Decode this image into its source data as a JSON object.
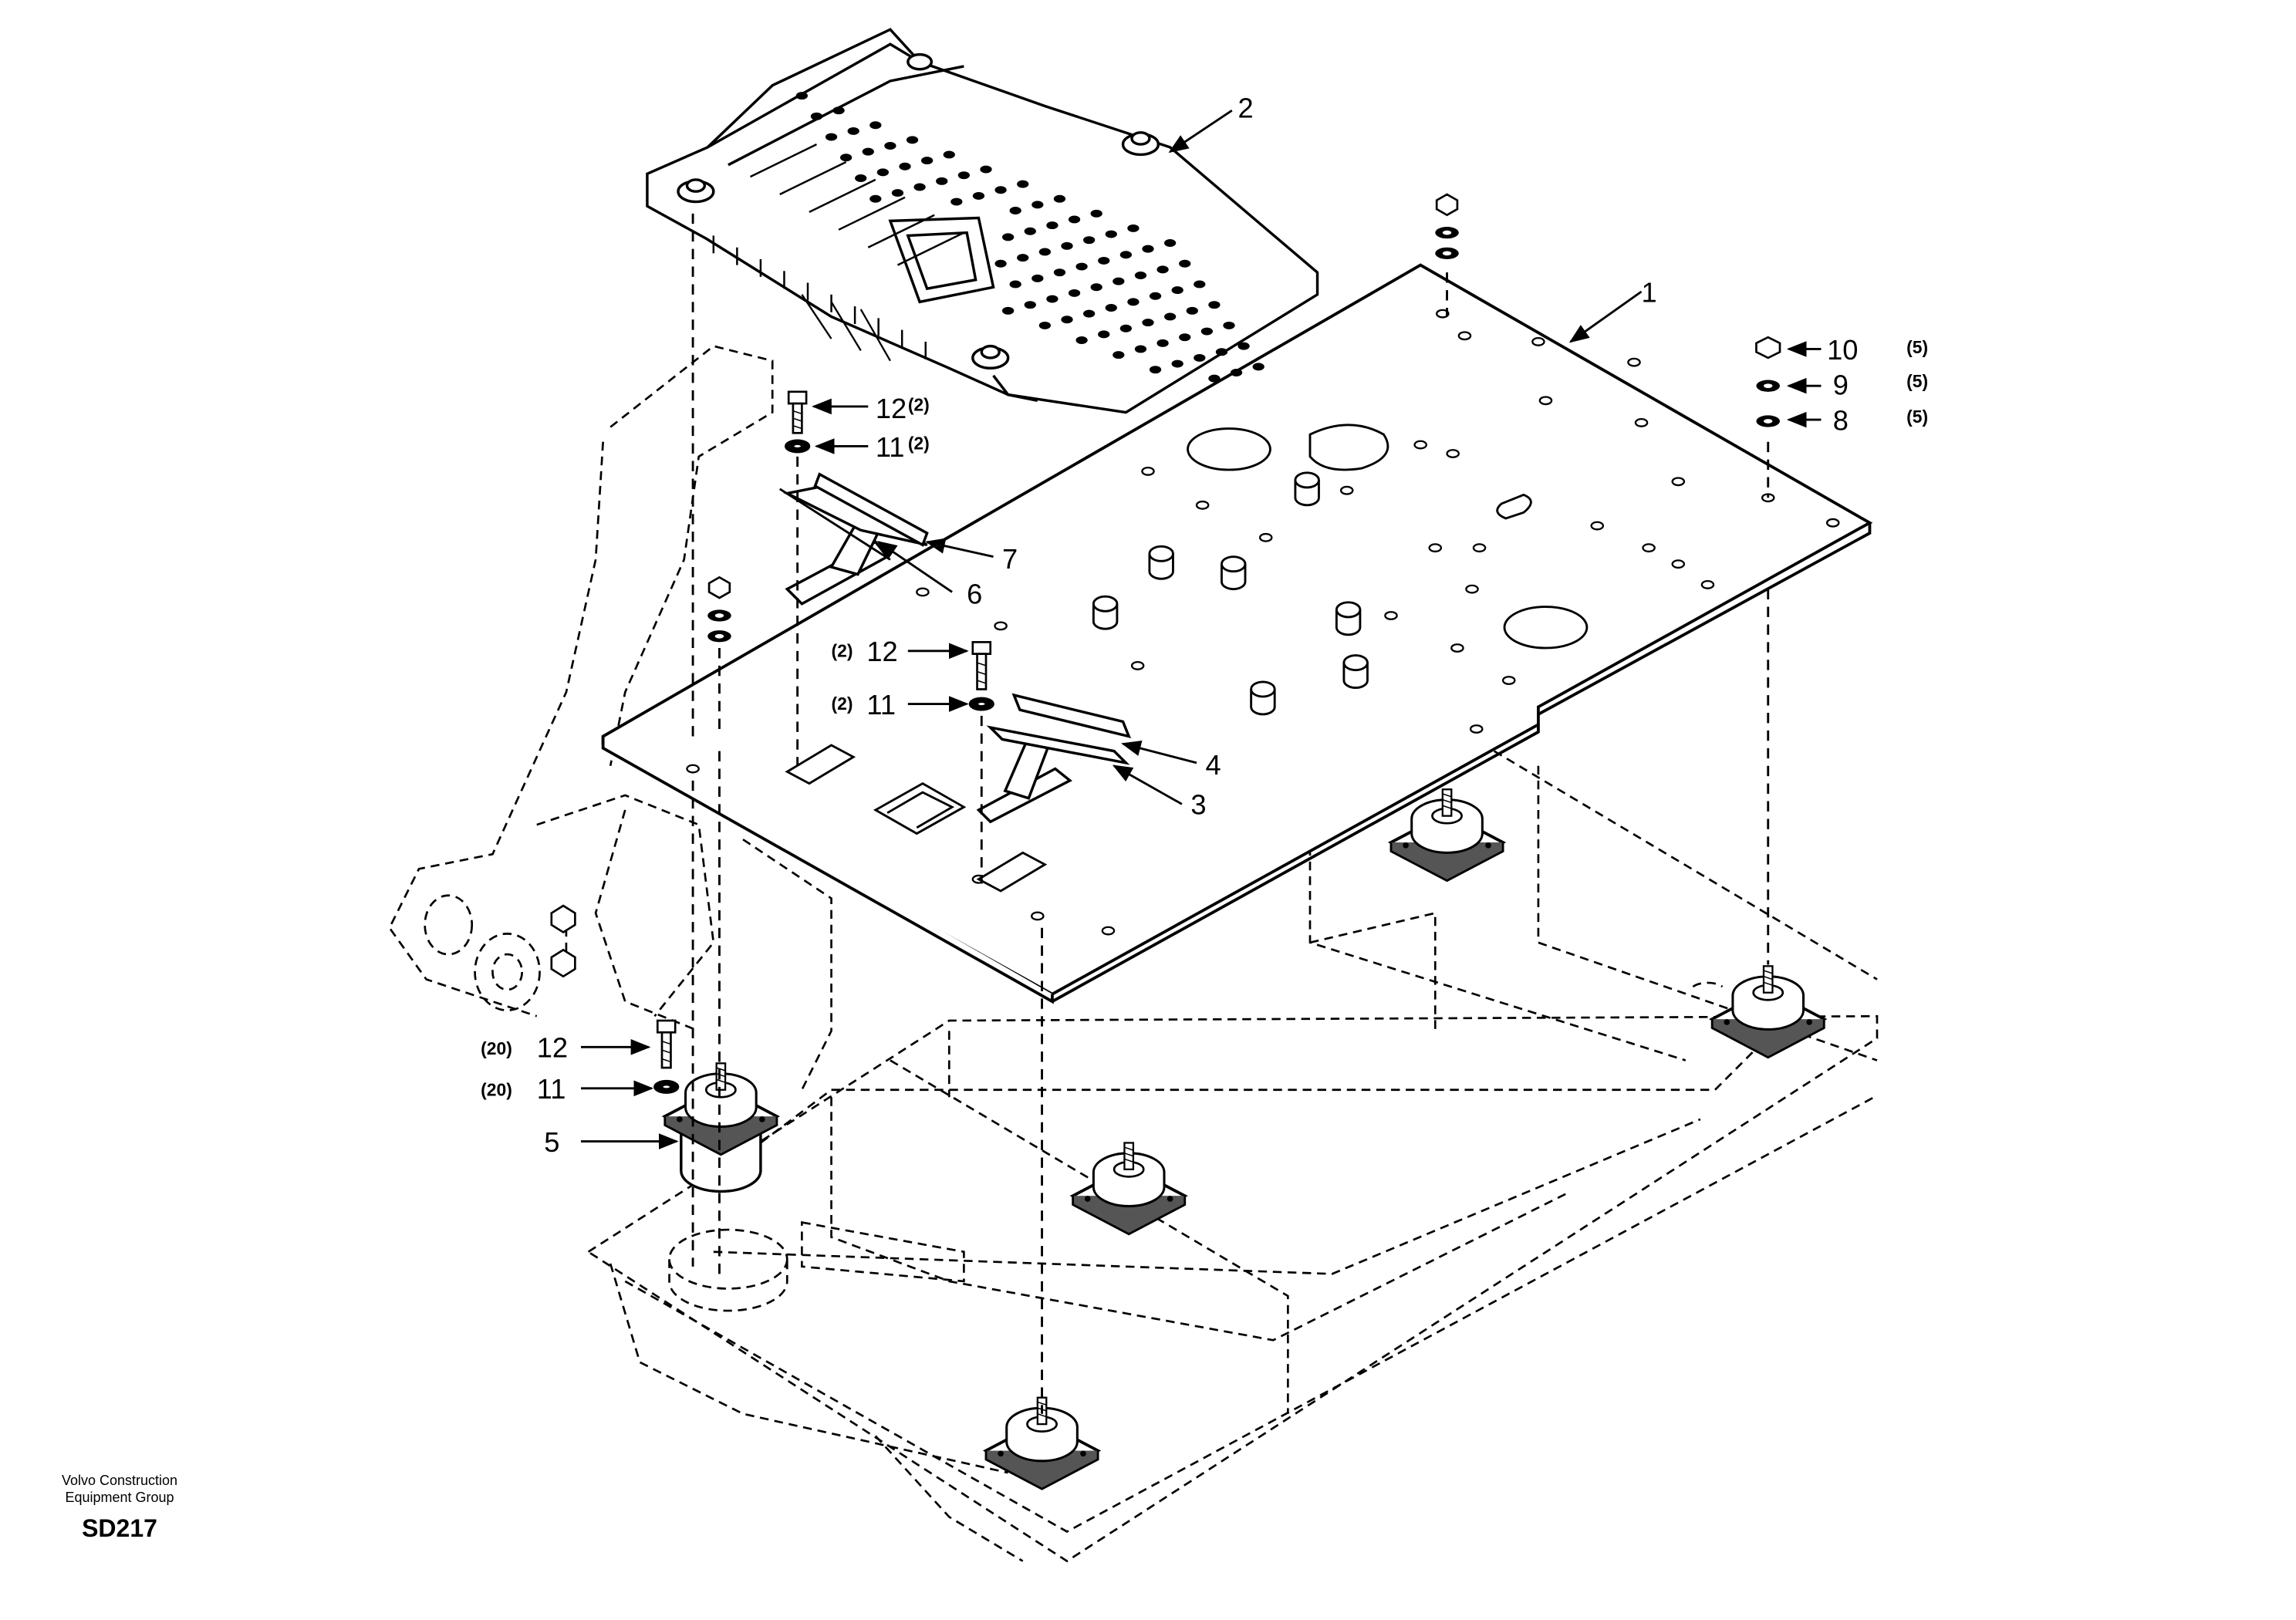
{
  "diagram": {
    "callouts": [
      {
        "id": "c1",
        "num": "1",
        "qty": ""
      },
      {
        "id": "c2",
        "num": "2",
        "qty": ""
      },
      {
        "id": "c3",
        "num": "3",
        "qty": ""
      },
      {
        "id": "c4",
        "num": "4",
        "qty": ""
      },
      {
        "id": "c5",
        "num": "5",
        "qty": ""
      },
      {
        "id": "c6",
        "num": "6",
        "qty": ""
      },
      {
        "id": "c7",
        "num": "7",
        "qty": ""
      },
      {
        "id": "c8",
        "num": "8",
        "qty": "(5)"
      },
      {
        "id": "c9",
        "num": "9",
        "qty": "(5)"
      },
      {
        "id": "c10",
        "num": "10",
        "qty": "(5)"
      },
      {
        "id": "c11a",
        "num": "11",
        "qty": "(2)"
      },
      {
        "id": "c12a",
        "num": "12",
        "qty": "(2)"
      },
      {
        "id": "c11b",
        "num": "11",
        "qty": "(2)"
      },
      {
        "id": "c12b",
        "num": "12",
        "qty": "(2)"
      },
      {
        "id": "c11c",
        "num": "11",
        "qty": "(20)"
      },
      {
        "id": "c12c",
        "num": "12",
        "qty": "(20)"
      }
    ]
  },
  "footer": {
    "company_line1": "Volvo Construction",
    "company_line2": "Equipment Group",
    "diagram_code": "SD217"
  }
}
